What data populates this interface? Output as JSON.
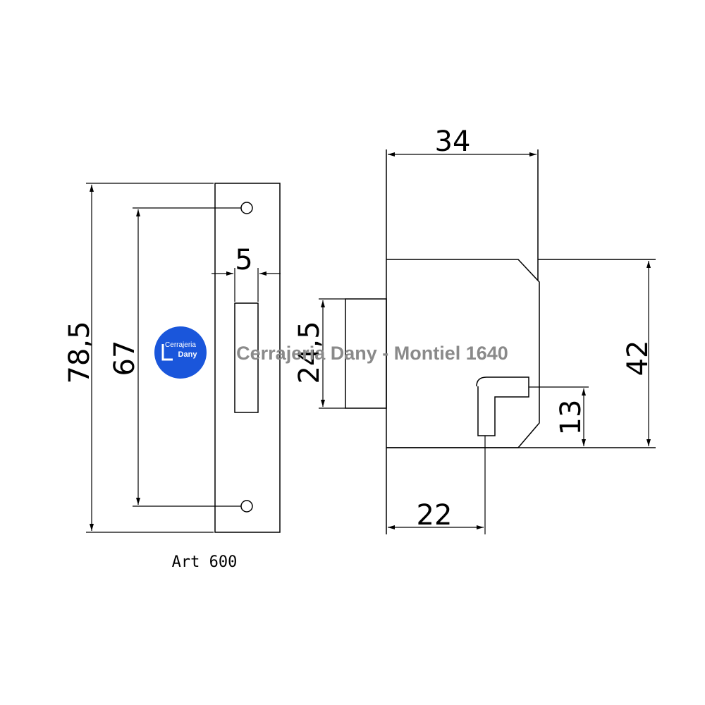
{
  "front_view": {
    "dim_total_height": "78,5",
    "dim_hole_spacing": "67",
    "dim_bolt_width": "5",
    "caption": "Art 600"
  },
  "side_view": {
    "dim_depth": "34",
    "dim_body_height": "42",
    "dim_cylinder_height": "24,5",
    "dim_key_height": "13",
    "dim_key_offset": "22"
  },
  "watermark": {
    "text": "Cerrajeria Dany - Montiel 1640",
    "logo_line1": "Cerrajeria",
    "logo_line2": "Dany",
    "logo_color": "#1a56db"
  }
}
